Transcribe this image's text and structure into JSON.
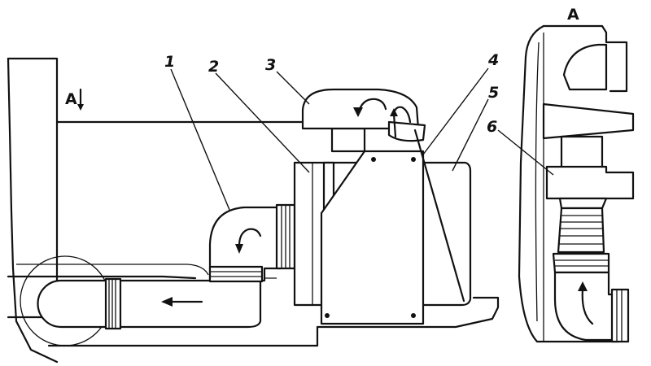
{
  "diagram": {
    "view_label": "A",
    "view_marker": "A",
    "callouts": [
      {
        "id": "1",
        "text": "1"
      },
      {
        "id": "2",
        "text": "2"
      },
      {
        "id": "3",
        "text": "3"
      },
      {
        "id": "4",
        "text": "4"
      },
      {
        "id": "5",
        "text": "5"
      },
      {
        "id": "6",
        "text": "6"
      }
    ]
  }
}
